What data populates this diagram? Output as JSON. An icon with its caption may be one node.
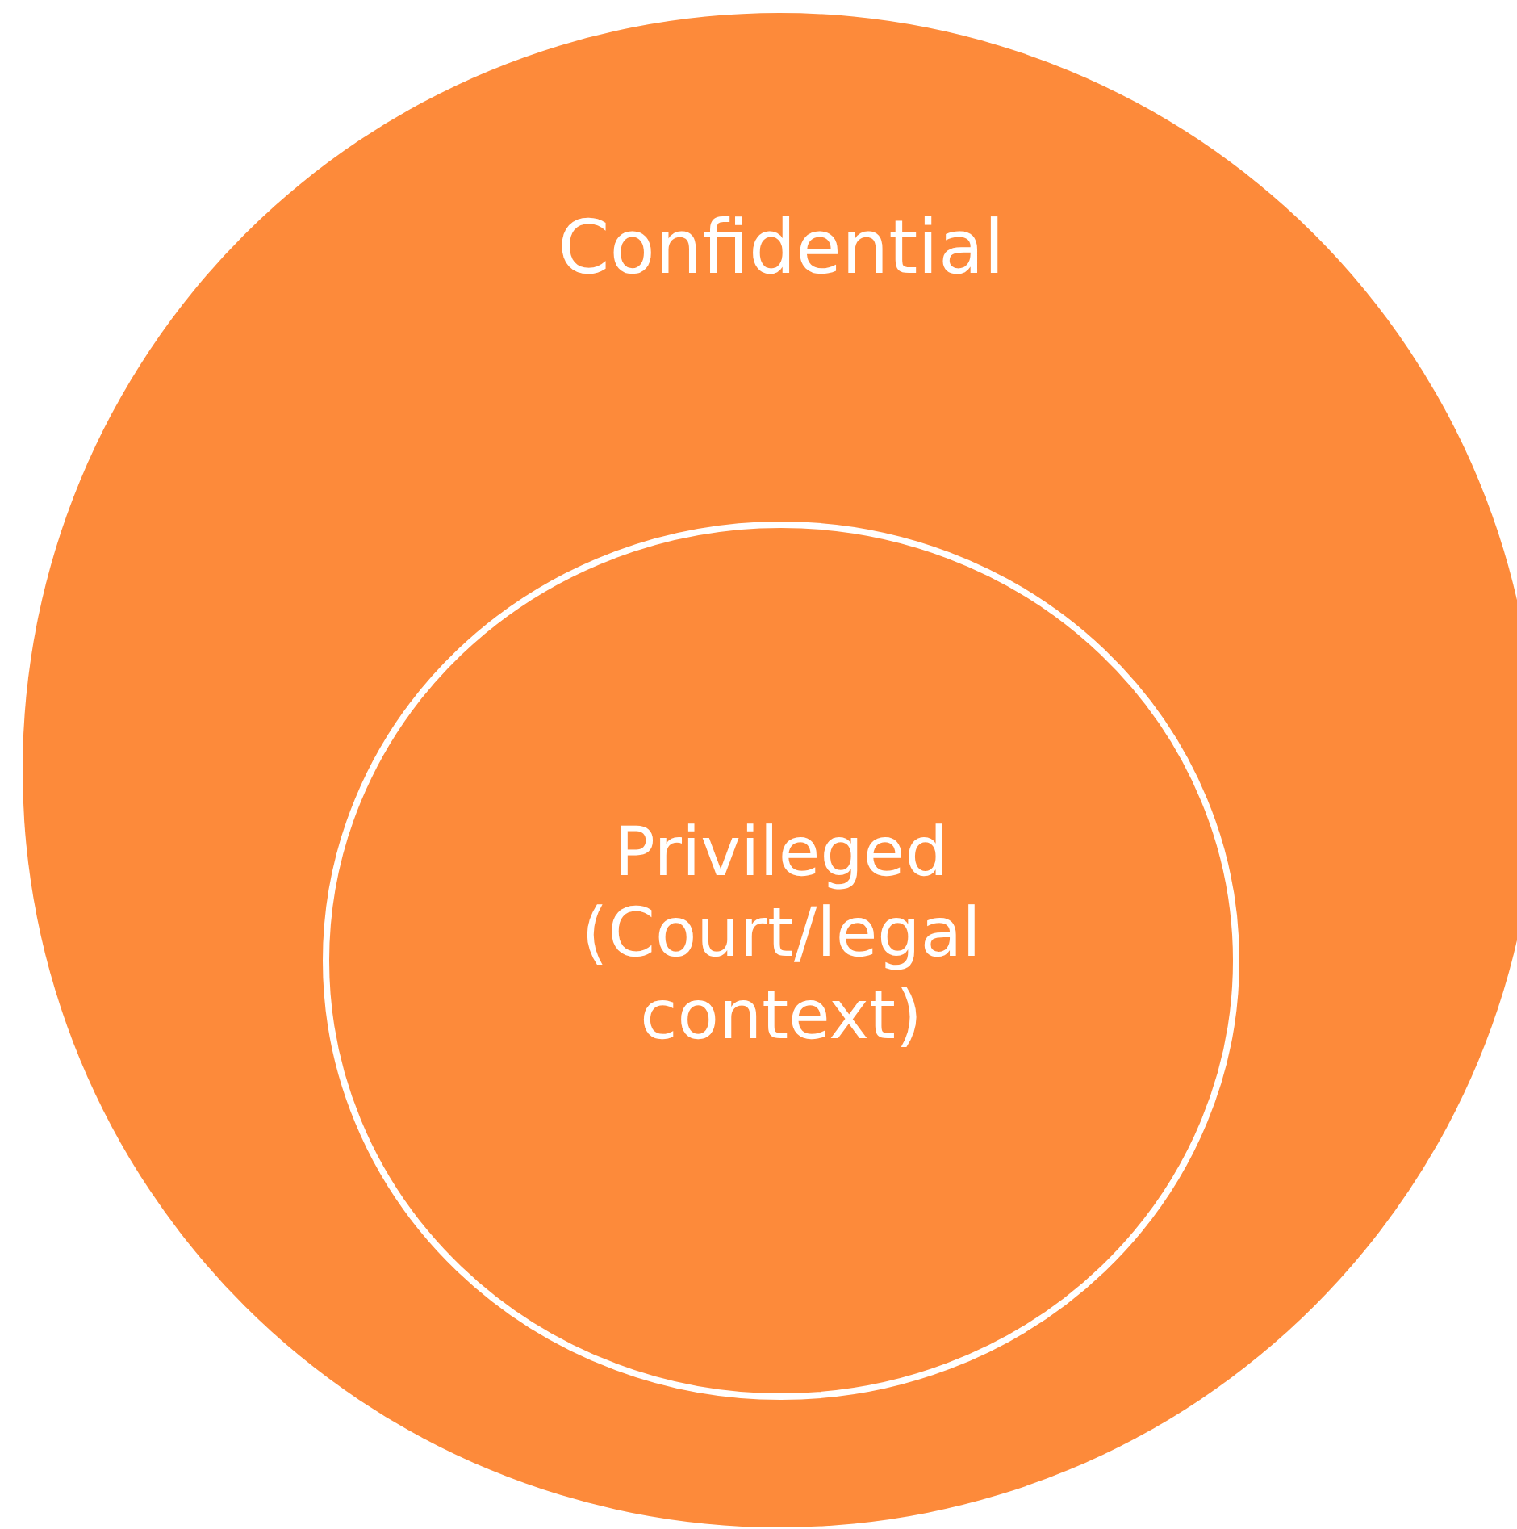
{
  "diagram": {
    "nodes": [
      {
        "text": [
          "Confidential"
        ]
      },
      {
        "text": [
          "Privileged (Court/legal context)"
        ],
        "in": 0
      }
    ]
  }
}
